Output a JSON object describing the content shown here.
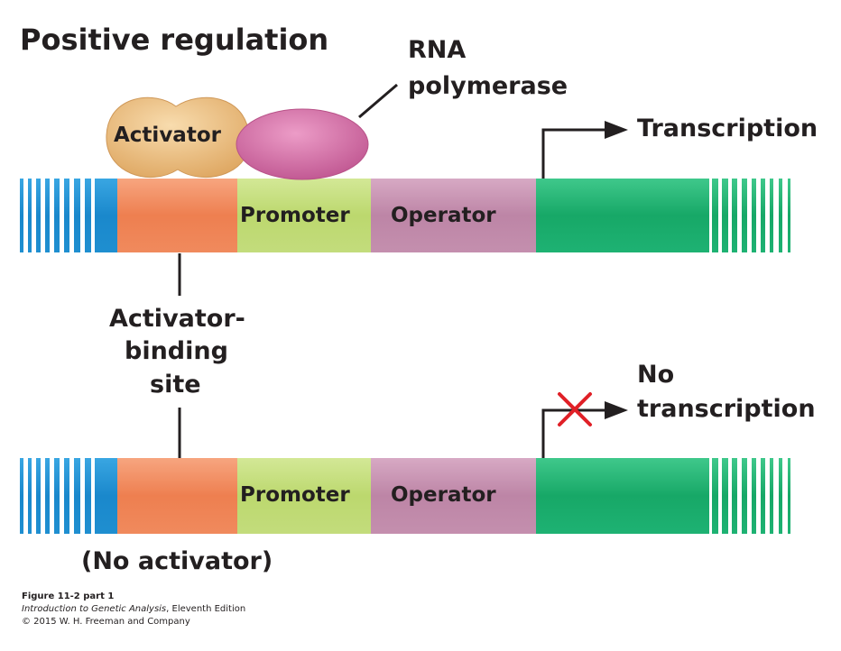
{
  "title": "Positive regulation",
  "rna_polymerase": [
    "RNA",
    "polymerase"
  ],
  "activator_label": "Activator",
  "transcription_label": "Transcription",
  "no_transcription": [
    "No",
    "transcription"
  ],
  "binding_site_label": [
    "Activator-",
    "binding",
    "site"
  ],
  "segments": {
    "promoter": "Promoter",
    "operator": "Operator"
  },
  "no_activator_label": "(No activator)",
  "caption": {
    "figure": "Figure 11-2 part 1",
    "book_title": "Introduction to Genetic Analysis",
    "edition": ", Eleventh Edition",
    "copyright": "© 2015 W. H. Freeman and Company"
  },
  "colors": {
    "dna_blue": "#1f8fd0",
    "activator_site": "#f08a5d",
    "promoter": "#c3dc7c",
    "operator": "#c48fae",
    "gene": "#1eb273",
    "activator": "#ecc283",
    "polymerase": "#cd6b9f",
    "block_x": "#e02027"
  }
}
